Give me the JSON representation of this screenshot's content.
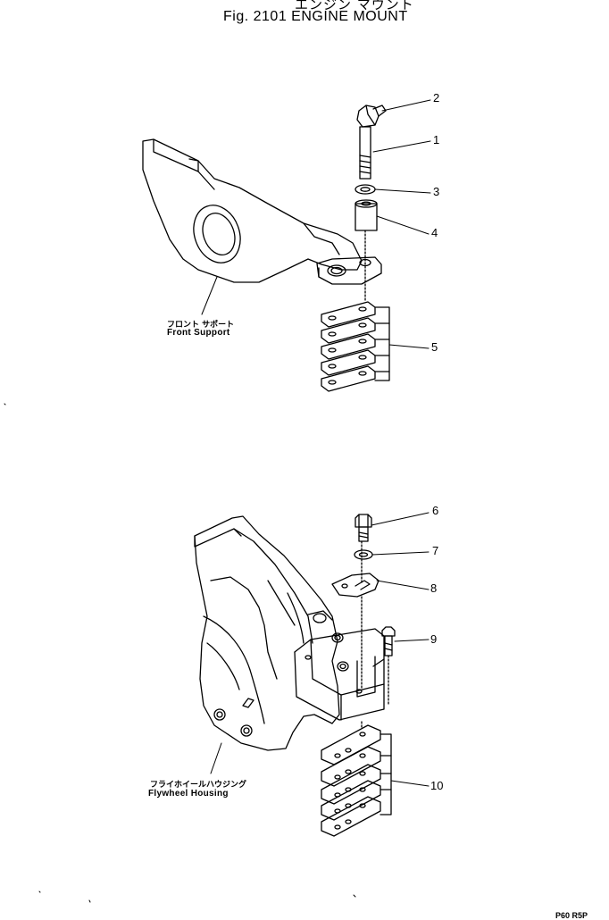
{
  "title": {
    "japanese": "エンジン マウント",
    "english": "Fig. 2101  ENGINE  MOUNT"
  },
  "labels": {
    "front_support_jp": "フロント サポート",
    "front_support_en": "Front Support",
    "flywheel_housing_jp": "フライホイールハウジング",
    "flywheel_housing_en": "Flywheel Housing"
  },
  "callouts": [
    "2",
    "1",
    "3",
    "4",
    "5",
    "6",
    "7",
    "8",
    "9",
    "10"
  ],
  "corner_code": "P60 R5P"
}
